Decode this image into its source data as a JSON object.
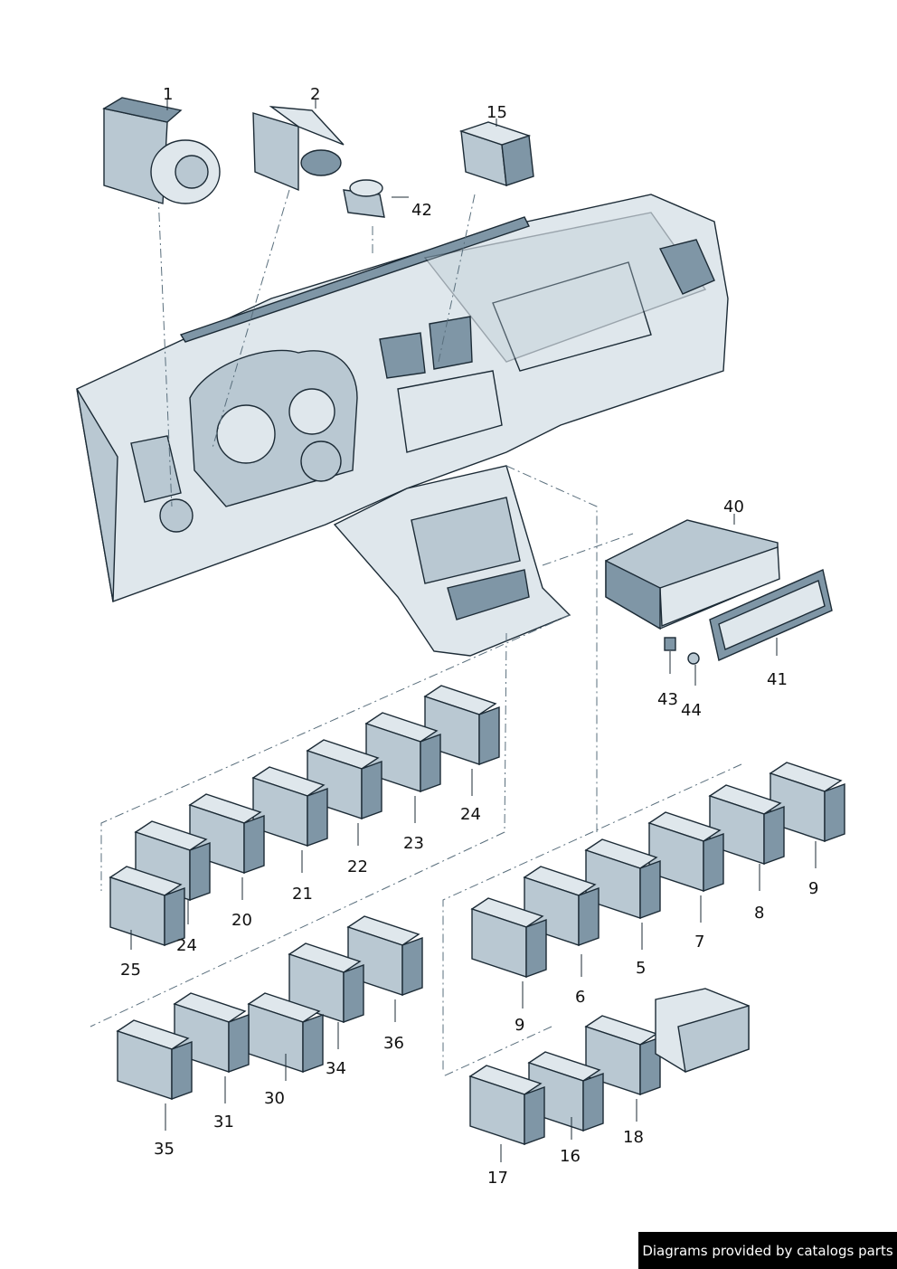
{
  "callouts": {
    "c1": "1",
    "c2": "2",
    "c15": "15",
    "c42": "42",
    "c40": "40",
    "c41": "41",
    "c43": "43",
    "c44": "44",
    "c24a": "24",
    "c23": "23",
    "c22": "22",
    "c21": "21",
    "c20": "20",
    "c24b": "24",
    "c25": "25",
    "c9a": "9",
    "c8": "8",
    "c7": "7",
    "c5": "5",
    "c6": "6",
    "c9b": "9",
    "c36": "36",
    "c34": "34",
    "c30": "30",
    "c31": "31",
    "c35": "35",
    "c18": "18",
    "c16": "16",
    "c17": "17"
  },
  "footer": {
    "text": "Diagrams provided by catalogs parts"
  },
  "colors": {
    "part_fill": "#b9c8d2",
    "part_dark": "#7f96a6",
    "part_light": "#dfe7ec",
    "outline": "#1c2b36",
    "footer_bg": "#000000"
  }
}
